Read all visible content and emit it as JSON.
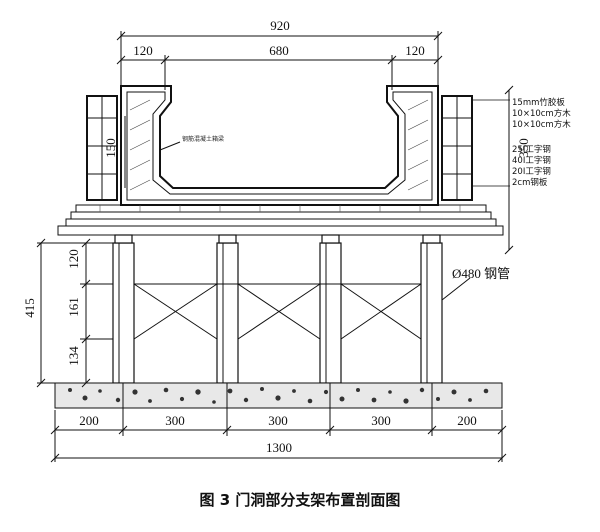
{
  "figure": {
    "caption": "图 3  门洞部分支架布置剖面图"
  },
  "dimensions": {
    "top_total": "920",
    "top_left": "120",
    "top_middle": "680",
    "top_right": "120",
    "inner_height": "150",
    "right_height": "350",
    "left_total": "415",
    "left_upper": "120",
    "left_middle": "161",
    "left_lower": "134",
    "bottom_spans": [
      "200",
      "300",
      "300",
      "300",
      "200"
    ],
    "bottom_total": "1300"
  },
  "labels": {
    "pipe": "Ø480 钢管",
    "inner_note": "钢筋混凝土箱梁",
    "legend": [
      "15mm竹胶板",
      "10×10cm方木",
      "10×10cm方木",
      "25I工字钢",
      "40I工字钢",
      "20I工字钢",
      "2cm钢板"
    ]
  }
}
